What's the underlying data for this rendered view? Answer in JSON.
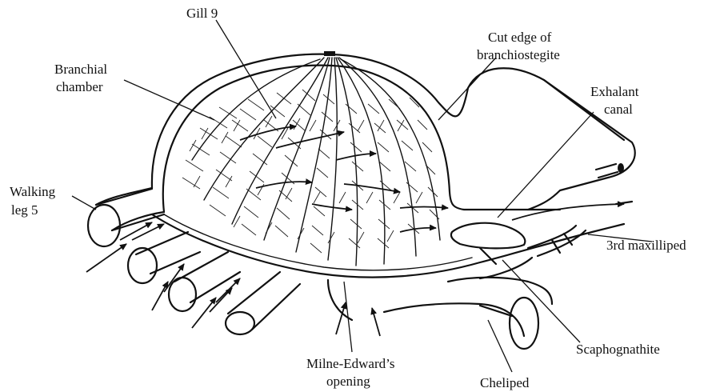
{
  "labels": {
    "gill9": "Gill 9",
    "branchial_line1": "Branchial",
    "branchial_line2": "chamber",
    "cut_edge_line1": "Cut edge of",
    "cut_edge_line2": "branchiostegite",
    "exhalant_line1": "Exhalant",
    "exhalant_line2": "canal",
    "walking_line1": "Walking",
    "walking_line2": "leg 5",
    "maxilliped": "3rd maxilliped",
    "scaphognathite": "Scaphognathite",
    "milne_line1": "Milne-Edward’s",
    "milne_line2": "opening",
    "cheliped": "Cheliped"
  }
}
